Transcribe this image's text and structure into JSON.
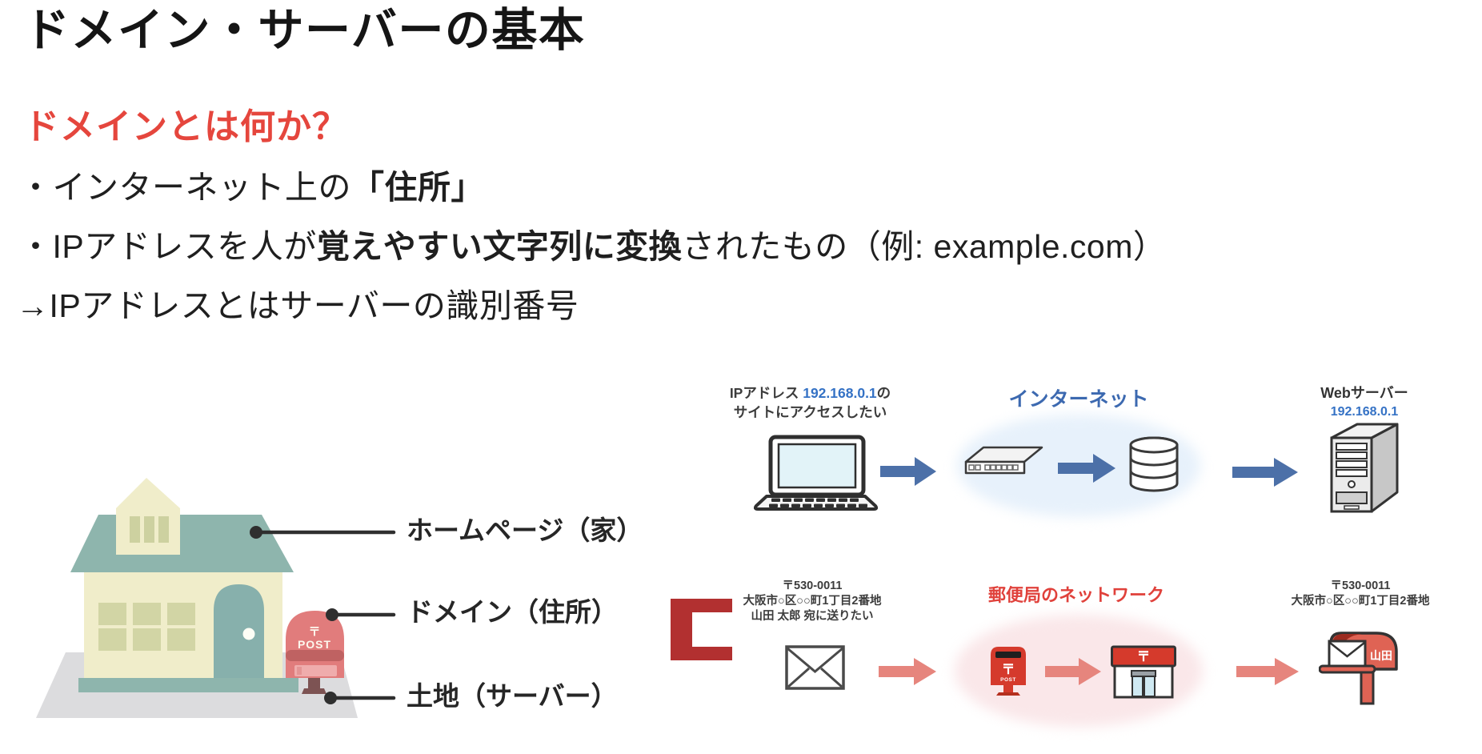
{
  "colors": {
    "heading_red": "#e5463d",
    "postal_red": "#e0413b",
    "internet_blue": "#3c69b0",
    "ip_blue": "#3572c5",
    "arrow_blue": "#4c70a8",
    "arrow_salmon": "#e6857d",
    "roof_teal": "#8eb5ad",
    "wall_cream": "#f0edca",
    "ground_gray": "#dcdcde",
    "house_mailbox_salmon": "#e17c7c",
    "postbox_red": "#d53a2c",
    "bracket_red": "#b23030"
  },
  "header": {
    "title": "ドメイン・サーバーの基本",
    "subtitle": "ドメインとは何か？"
  },
  "bullets": {
    "b1_pre": "・インターネット上の",
    "b1_bold": "「住所」",
    "b2_pre": "・IPアドレスを人が",
    "b2_bold": "覚えやすい文字列に変換",
    "b2_post": "されたもの（例: example.com）",
    "b3": "→IPアドレスとはサーバーの識別番号"
  },
  "house_figure": {
    "label_homepage": "ホームページ（家）",
    "label_domain": "ドメイン（住所）",
    "label_land": "土地（サーバー）",
    "mailbox_mark": "〒",
    "mailbox_text": "POST"
  },
  "internet_row": {
    "caption_pre": "IPアドレス ",
    "caption_ip": "192.168.0.1",
    "caption_post": "の",
    "caption_line2": "サイトにアクセスしたい",
    "cloud_label": "インターネット",
    "server_title": "Webサーバー",
    "server_ip": "192.168.0.1"
  },
  "postal_row": {
    "sender_zip": "〒530-0011",
    "sender_addr": "大阪市○区○○町1丁目2番地",
    "sender_to": "山田 太郎 宛に送りたい",
    "cloud_label": "郵便局のネットワーク",
    "postbox_mark": "〒",
    "postbox_text": "POST",
    "postoffice_mark": "〒",
    "dest_zip": "〒530-0011",
    "dest_addr": "大阪市○区○○町1丁目2番地",
    "mailbox_name": "山田"
  }
}
